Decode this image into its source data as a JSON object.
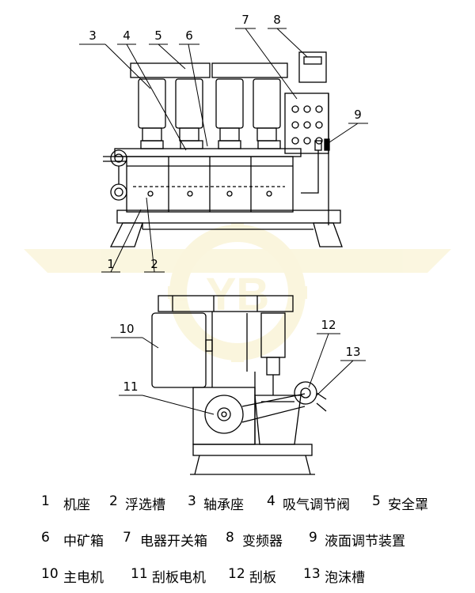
{
  "diagram": {
    "watermark": "YB",
    "callouts": {
      "c1": "1",
      "c2": "2",
      "c3": "3",
      "c4": "4",
      "c5": "5",
      "c6": "6",
      "c7": "7",
      "c8": "8",
      "c9": "9",
      "c10": "10",
      "c11": "11",
      "c12": "12",
      "c13": "13"
    }
  },
  "legend": {
    "row1": [
      {
        "num": "1",
        "label": "机座"
      },
      {
        "num": "2",
        "label": "浮选槽"
      },
      {
        "num": "3",
        "label": "轴承座"
      },
      {
        "num": "4",
        "label": "吸气调节阀"
      },
      {
        "num": "5",
        "label": "安全罩"
      }
    ],
    "row2": [
      {
        "num": "6",
        "label": "中矿箱"
      },
      {
        "num": "7",
        "label": "电器开关箱"
      },
      {
        "num": "8",
        "label": "变频器"
      },
      {
        "num": "9",
        "label": "液面调节装置"
      }
    ],
    "row3": [
      {
        "num": "10",
        "label": "主电机"
      },
      {
        "num": "11",
        "label": "刮板电机"
      },
      {
        "num": "12",
        "label": "刮板"
      },
      {
        "num": "13",
        "label": "泡沫槽"
      }
    ]
  }
}
